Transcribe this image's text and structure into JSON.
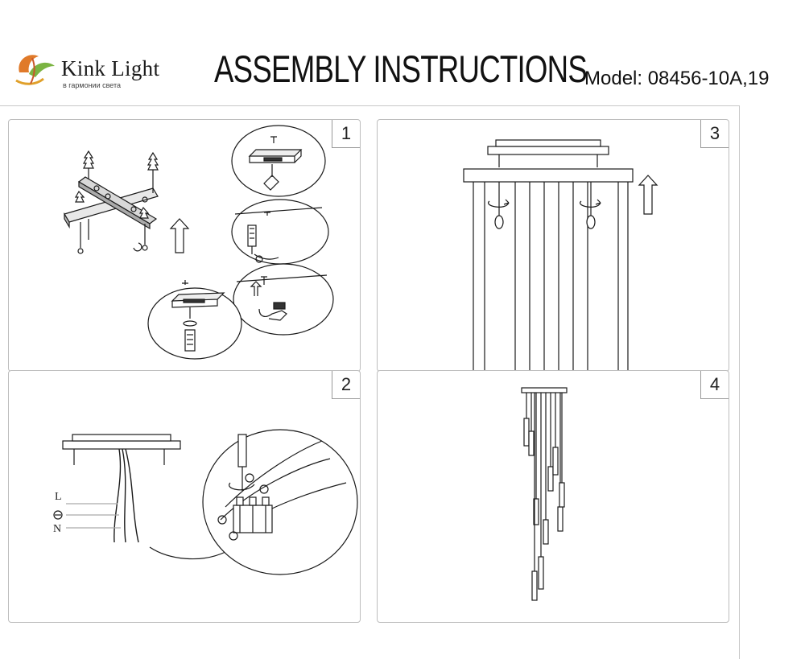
{
  "brand": {
    "name": "Kink Light",
    "tagline": "в гармонии света"
  },
  "header": {
    "title": "ASSEMBLY INSTRUCTIONS",
    "model": "Model: 08456-10A,19"
  },
  "steps": [
    {
      "number": "1"
    },
    {
      "number": "2",
      "wire_labels": {
        "live": "L",
        "neutral": "N"
      }
    },
    {
      "number": "3"
    },
    {
      "number": "4"
    }
  ],
  "colors": {
    "line": "#1a1a1a",
    "frame": "#bdbdbd",
    "logo_orange": "#e07a2a",
    "logo_green": "#7bb442"
  }
}
